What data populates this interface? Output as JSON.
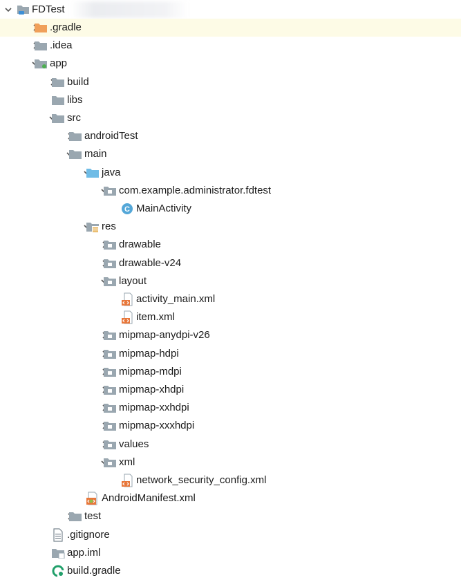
{
  "project": {
    "root": "FDTest",
    "items": [
      {
        "label": ".gradle",
        "icon": "folder-orange-icon",
        "arrow": "collapsed",
        "level": 1,
        "selected": true
      },
      {
        "label": ".idea",
        "icon": "folder-icon",
        "arrow": "collapsed",
        "level": 1
      },
      {
        "label": "app",
        "icon": "module-folder-icon",
        "arrow": "expanded",
        "level": 1
      },
      {
        "label": "build",
        "icon": "folder-icon",
        "arrow": "collapsed",
        "level": 2
      },
      {
        "label": "libs",
        "icon": "folder-icon",
        "arrow": "none",
        "level": 2
      },
      {
        "label": "src",
        "icon": "folder-icon",
        "arrow": "expanded",
        "level": 2
      },
      {
        "label": "androidTest",
        "icon": "folder-icon",
        "arrow": "collapsed",
        "level": 3
      },
      {
        "label": "main",
        "icon": "folder-icon",
        "arrow": "expanded",
        "level": 3
      },
      {
        "label": "java",
        "icon": "source-folder-icon",
        "arrow": "expanded",
        "level": 4
      },
      {
        "label": "com.example.administrator.fdtest",
        "icon": "package-icon",
        "arrow": "expanded",
        "level": 5
      },
      {
        "label": "MainActivity",
        "icon": "class-icon",
        "arrow": "none",
        "level": 6
      },
      {
        "label": "res",
        "icon": "resource-folder-icon",
        "arrow": "expanded",
        "level": 4
      },
      {
        "label": "drawable",
        "icon": "package-icon",
        "arrow": "collapsed",
        "level": 5
      },
      {
        "label": "drawable-v24",
        "icon": "package-icon",
        "arrow": "collapsed",
        "level": 5
      },
      {
        "label": "layout",
        "icon": "package-icon",
        "arrow": "expanded",
        "level": 5
      },
      {
        "label": "activity_main.xml",
        "icon": "xml-file-icon",
        "arrow": "none",
        "level": 6
      },
      {
        "label": "item.xml",
        "icon": "xml-file-icon",
        "arrow": "none",
        "level": 6
      },
      {
        "label": "mipmap-anydpi-v26",
        "icon": "package-icon",
        "arrow": "collapsed",
        "level": 5
      },
      {
        "label": "mipmap-hdpi",
        "icon": "package-icon",
        "arrow": "collapsed",
        "level": 5
      },
      {
        "label": "mipmap-mdpi",
        "icon": "package-icon",
        "arrow": "collapsed",
        "level": 5
      },
      {
        "label": "mipmap-xhdpi",
        "icon": "package-icon",
        "arrow": "collapsed",
        "level": 5
      },
      {
        "label": "mipmap-xxhdpi",
        "icon": "package-icon",
        "arrow": "collapsed",
        "level": 5
      },
      {
        "label": "mipmap-xxxhdpi",
        "icon": "package-icon",
        "arrow": "collapsed",
        "level": 5
      },
      {
        "label": "values",
        "icon": "package-icon",
        "arrow": "collapsed",
        "level": 5
      },
      {
        "label": "xml",
        "icon": "package-icon",
        "arrow": "expanded",
        "level": 5
      },
      {
        "label": "network_security_config.xml",
        "icon": "xml-file-icon",
        "arrow": "none",
        "level": 6
      },
      {
        "label": "AndroidManifest.xml",
        "icon": "manifest-file-icon",
        "arrow": "none",
        "level": 4
      },
      {
        "label": "test",
        "icon": "folder-icon",
        "arrow": "collapsed",
        "level": 3
      },
      {
        "label": ".gitignore",
        "icon": "text-file-icon",
        "arrow": "none",
        "level": 2
      },
      {
        "label": "app.iml",
        "icon": "module-file-icon",
        "arrow": "none",
        "level": 2
      },
      {
        "label": "build.gradle",
        "icon": "gradle-file-icon",
        "arrow": "none",
        "level": 2
      }
    ]
  },
  "colors": {
    "folder": "#9aa7b0",
    "folder_excluded": "#f0a05a",
    "source_folder": "#6fbce6",
    "class_circle": "#54a7d8",
    "xml_accent": "#e8773a",
    "selection": "#fdfbe6",
    "arrow": "#555555",
    "gradle": "#22a06b"
  }
}
